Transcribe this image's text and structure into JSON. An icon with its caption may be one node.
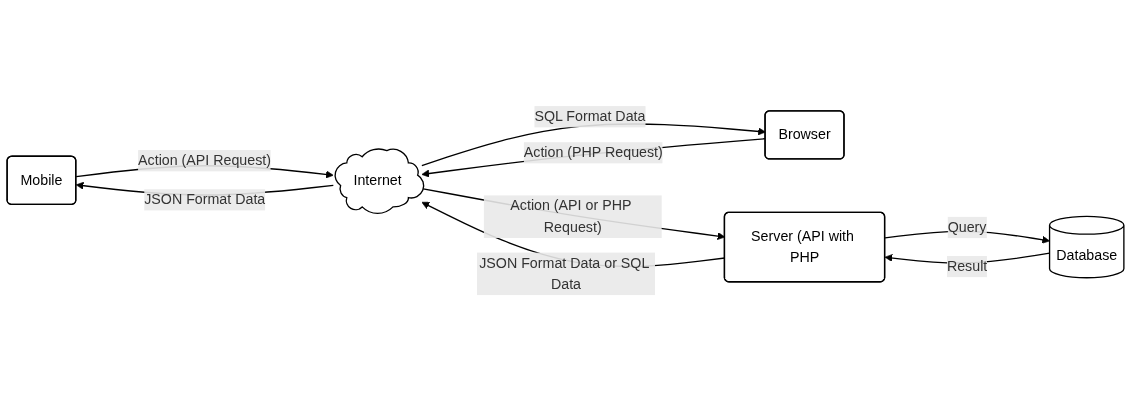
{
  "diagram": {
    "nodes": [
      {
        "text": [
          "Mobile"
        ]
      },
      {
        "text": [
          "Browser"
        ]
      },
      {
        "text": [
          "Internet"
        ]
      },
      {
        "text": [
          "Server (API with PHP"
        ]
      },
      {
        "text": [
          "Database"
        ]
      }
    ],
    "edges": [
      {
        "from": 0,
        "to": 2,
        "arrow": "to",
        "label": "Action (API Request)"
      },
      {
        "from": 2,
        "to": 0,
        "arrow": "to",
        "label": "JSON Format Data"
      },
      {
        "from": 2,
        "to": 1,
        "arrow": "to",
        "label": "SQL Format Data"
      },
      {
        "from": 1,
        "to": 2,
        "arrow": "to",
        "label": "Action (PHP Request)"
      },
      {
        "from": 2,
        "to": 3,
        "arrow": "to",
        "label": "Action (API or PHP Request)"
      },
      {
        "from": 3,
        "to": 2,
        "arrow": "to",
        "label": "JSON Format Data or SQL Data"
      },
      {
        "from": 3,
        "to": 4,
        "arrow": "to",
        "label": "Query"
      },
      {
        "from": 4,
        "to": 3,
        "arrow": "to",
        "label": "Result"
      }
    ]
  }
}
